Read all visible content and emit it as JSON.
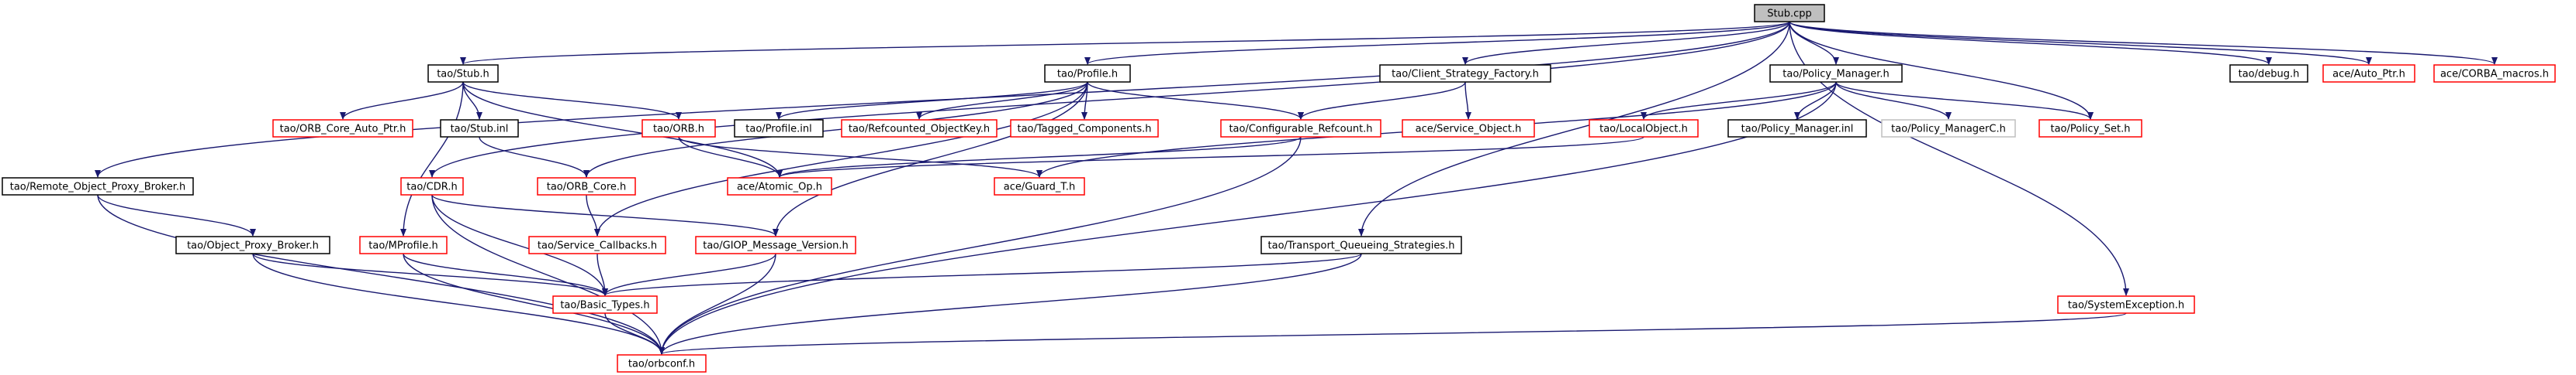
{
  "colors": {
    "edge": "#191970",
    "border_documented": "#000000",
    "border_undocumented": "#ff0000",
    "border_external": "#bfbfbf",
    "root_fill": "#bfbfbf",
    "fill": "#ffffff"
  },
  "nodes": [
    {
      "id": "stub_cpp",
      "label": "Stub.cpp",
      "kind": "root"
    },
    {
      "id": "tao_stub_h",
      "label": "tao/Stub.h",
      "kind": "black"
    },
    {
      "id": "tao_profile_h",
      "label": "tao/Profile.h",
      "kind": "black"
    },
    {
      "id": "tao_client_strategy_factory_h",
      "label": "tao/Client_Strategy_Factory.h",
      "kind": "black"
    },
    {
      "id": "tao_policy_manager_h",
      "label": "tao/Policy_Manager.h",
      "kind": "black"
    },
    {
      "id": "tao_debug_h",
      "label": "tao/debug.h",
      "kind": "black"
    },
    {
      "id": "ace_auto_ptr_h",
      "label": "ace/Auto_Ptr.h",
      "kind": "red"
    },
    {
      "id": "ace_corba_macros_h",
      "label": "ace/CORBA_macros.h",
      "kind": "red"
    },
    {
      "id": "tao_orb_core_auto_ptr_h",
      "label": "tao/ORB_Core_Auto_Ptr.h",
      "kind": "red"
    },
    {
      "id": "tao_stub_inl",
      "label": "tao/Stub.inl",
      "kind": "black"
    },
    {
      "id": "tao_orb_h",
      "label": "tao/ORB.h",
      "kind": "red"
    },
    {
      "id": "tao_profile_inl",
      "label": "tao/Profile.inl",
      "kind": "black"
    },
    {
      "id": "tao_refcounted_objectkey_h",
      "label": "tao/Refcounted_ObjectKey.h",
      "kind": "red"
    },
    {
      "id": "tao_tagged_components_h",
      "label": "tao/Tagged_Components.h",
      "kind": "red"
    },
    {
      "id": "tao_configurable_refcount_h",
      "label": "tao/Configurable_Refcount.h",
      "kind": "red"
    },
    {
      "id": "ace_service_object_h",
      "label": "ace/Service_Object.h",
      "kind": "red"
    },
    {
      "id": "tao_localobject_h",
      "label": "tao/LocalObject.h",
      "kind": "red"
    },
    {
      "id": "tao_policy_manager_inl",
      "label": "tao/Policy_Manager.inl",
      "kind": "black"
    },
    {
      "id": "tao_policy_managerc_h",
      "label": "tao/Policy_ManagerC.h",
      "kind": "gray"
    },
    {
      "id": "tao_policy_set_h",
      "label": "tao/Policy_Set.h",
      "kind": "red"
    },
    {
      "id": "tao_remote_object_proxy_broker_h",
      "label": "tao/Remote_Object_Proxy_Broker.h",
      "kind": "black"
    },
    {
      "id": "ace_atomic_op_h",
      "label": "ace/Atomic_Op.h",
      "kind": "red"
    },
    {
      "id": "ace_guard_t_h",
      "label": "ace/Guard_T.h",
      "kind": "red"
    },
    {
      "id": "tao_cdr_h",
      "label": "tao/CDR.h",
      "kind": "red"
    },
    {
      "id": "tao_orb_core_h",
      "label": "tao/ORB_Core.h",
      "kind": "red"
    },
    {
      "id": "tao_object_proxy_broker_h",
      "label": "tao/Object_Proxy_Broker.h",
      "kind": "black"
    },
    {
      "id": "tao_mprofile_h",
      "label": "tao/MProfile.h",
      "kind": "red"
    },
    {
      "id": "tao_service_callbacks_h",
      "label": "tao/Service_Callbacks.h",
      "kind": "red"
    },
    {
      "id": "tao_giop_message_version_h",
      "label": "tao/GIOP_Message_Version.h",
      "kind": "red"
    },
    {
      "id": "tao_transport_queueing_strategies_h",
      "label": "tao/Transport_Queueing_Strategies.h",
      "kind": "black"
    },
    {
      "id": "tao_basic_types_h",
      "label": "tao/Basic_Types.h",
      "kind": "red"
    },
    {
      "id": "tao_systemexception_h",
      "label": "tao/SystemException.h",
      "kind": "red"
    },
    {
      "id": "tao_orbconf_h",
      "label": "tao/orbconf.h",
      "kind": "red"
    }
  ],
  "edges": [
    [
      "stub_cpp",
      "tao_stub_h"
    ],
    [
      "stub_cpp",
      "tao_profile_h"
    ],
    [
      "stub_cpp",
      "tao_client_strategy_factory_h"
    ],
    [
      "stub_cpp",
      "tao_policy_manager_h"
    ],
    [
      "stub_cpp",
      "tao_debug_h"
    ],
    [
      "stub_cpp",
      "ace_auto_ptr_h"
    ],
    [
      "stub_cpp",
      "ace_corba_macros_h"
    ],
    [
      "stub_cpp",
      "tao_remote_object_proxy_broker_h"
    ],
    [
      "stub_cpp",
      "tao_cdr_h"
    ],
    [
      "stub_cpp",
      "tao_policy_set_h"
    ],
    [
      "stub_cpp",
      "tao_transport_queueing_strategies_h"
    ],
    [
      "stub_cpp",
      "tao_systemexception_h"
    ],
    [
      "tao_stub_h",
      "tao_orb_core_auto_ptr_h"
    ],
    [
      "tao_stub_h",
      "tao_stub_inl"
    ],
    [
      "tao_stub_h",
      "tao_orb_h"
    ],
    [
      "tao_stub_h",
      "ace_atomic_op_h"
    ],
    [
      "tao_stub_h",
      "tao_mprofile_h"
    ],
    [
      "tao_stub_inl",
      "tao_orb_core_h"
    ],
    [
      "tao_orb_h",
      "ace_atomic_op_h"
    ],
    [
      "tao_orb_h",
      "ace_guard_t_h"
    ],
    [
      "tao_profile_h",
      "tao_profile_inl"
    ],
    [
      "tao_profile_h",
      "tao_refcounted_objectkey_h"
    ],
    [
      "tao_profile_h",
      "tao_tagged_components_h"
    ],
    [
      "tao_profile_h",
      "tao_configurable_refcount_h"
    ],
    [
      "tao_profile_h",
      "tao_orb_core_h"
    ],
    [
      "tao_profile_h",
      "tao_service_callbacks_h"
    ],
    [
      "tao_profile_h",
      "tao_giop_message_version_h"
    ],
    [
      "tao_client_strategy_factory_h",
      "tao_configurable_refcount_h"
    ],
    [
      "tao_client_strategy_factory_h",
      "ace_service_object_h"
    ],
    [
      "tao_configurable_refcount_h",
      "ace_atomic_op_h"
    ],
    [
      "tao_configurable_refcount_h",
      "tao_orbconf_h"
    ],
    [
      "tao_policy_manager_h",
      "tao_localobject_h"
    ],
    [
      "tao_policy_manager_h",
      "tao_policy_manager_inl"
    ],
    [
      "tao_policy_manager_h",
      "tao_policy_managerc_h"
    ],
    [
      "tao_policy_manager_h",
      "tao_policy_set_h"
    ],
    [
      "tao_policy_manager_h",
      "ace_guard_t_h"
    ],
    [
      "tao_policy_manager_h",
      "tao_orbconf_h"
    ],
    [
      "tao_localobject_h",
      "ace_atomic_op_h"
    ],
    [
      "tao_remote_object_proxy_broker_h",
      "tao_object_proxy_broker_h"
    ],
    [
      "tao_remote_object_proxy_broker_h",
      "tao_orbconf_h"
    ],
    [
      "tao_object_proxy_broker_h",
      "tao_basic_types_h"
    ],
    [
      "tao_object_proxy_broker_h",
      "tao_orbconf_h"
    ],
    [
      "tao_cdr_h",
      "tao_basic_types_h"
    ],
    [
      "tao_cdr_h",
      "tao_giop_message_version_h"
    ],
    [
      "tao_cdr_h",
      "tao_orbconf_h"
    ],
    [
      "tao_orb_core_h",
      "tao_service_callbacks_h"
    ],
    [
      "tao_mprofile_h",
      "tao_basic_types_h"
    ],
    [
      "tao_mprofile_h",
      "tao_orbconf_h"
    ],
    [
      "tao_service_callbacks_h",
      "tao_basic_types_h"
    ],
    [
      "tao_giop_message_version_h",
      "tao_basic_types_h"
    ],
    [
      "tao_giop_message_version_h",
      "tao_orbconf_h"
    ],
    [
      "tao_transport_queueing_strategies_h",
      "tao_basic_types_h"
    ],
    [
      "tao_transport_queueing_strategies_h",
      "tao_orbconf_h"
    ],
    [
      "tao_basic_types_h",
      "tao_orbconf_h"
    ],
    [
      "tao_systemexception_h",
      "tao_orbconf_h"
    ]
  ]
}
